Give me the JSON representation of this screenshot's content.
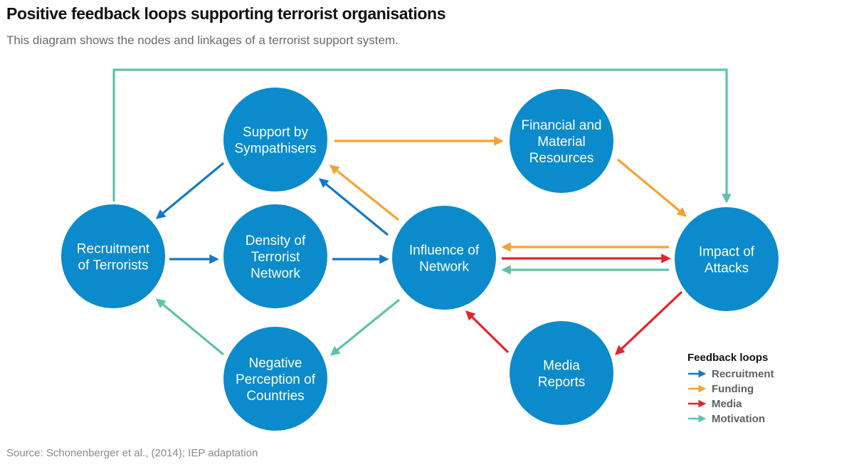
{
  "header": {
    "title": "Positive feedback loops supporting terrorist organisations",
    "subtitle": "This diagram shows the nodes and linkages of a terrorist support system."
  },
  "footer": {
    "source": "Source: Schonenberger et al., (2014); IEP adaptation"
  },
  "colors": {
    "node": "#0b8bcb",
    "recruitment": "#1479c4",
    "funding": "#f7a22e",
    "media": "#e52329",
    "motivation": "#5cc3a9"
  },
  "nodes": [
    {
      "id": "support",
      "lines": [
        "Support by",
        "Sympathisers"
      ]
    },
    {
      "id": "financial",
      "lines": [
        "Financial and",
        "Material",
        "Resources"
      ]
    },
    {
      "id": "recruitment",
      "lines": [
        "Recruitment",
        "of Terrorists"
      ]
    },
    {
      "id": "density",
      "lines": [
        "Density of",
        "Terrorist",
        "Network"
      ]
    },
    {
      "id": "influence",
      "lines": [
        "Influence of",
        "Network"
      ]
    },
    {
      "id": "impact",
      "lines": [
        "Impact of",
        "Attacks"
      ]
    },
    {
      "id": "negative",
      "lines": [
        "Negative",
        "Perception of",
        "Countries"
      ]
    },
    {
      "id": "media",
      "lines": [
        "Media",
        "Reports"
      ]
    }
  ],
  "edges": [
    {
      "from": "support",
      "to": "financial",
      "loop": "funding"
    },
    {
      "from": "financial",
      "to": "impact",
      "loop": "funding"
    },
    {
      "from": "impact",
      "to": "influence",
      "loop": "funding"
    },
    {
      "from": "influence",
      "to": "support",
      "loop": "funding"
    },
    {
      "from": "influence",
      "to": "impact",
      "loop": "media"
    },
    {
      "from": "impact",
      "to": "media",
      "loop": "media"
    },
    {
      "from": "media",
      "to": "influence",
      "loop": "media"
    },
    {
      "from": "support",
      "to": "recruitment",
      "loop": "recruitment"
    },
    {
      "from": "recruitment",
      "to": "density",
      "loop": "recruitment"
    },
    {
      "from": "density",
      "to": "influence",
      "loop": "recruitment"
    },
    {
      "from": "influence",
      "to": "support",
      "loop": "recruitment"
    },
    {
      "from": "recruitment",
      "to": "impact",
      "loop": "motivation"
    },
    {
      "from": "impact",
      "to": "influence",
      "loop": "motivation"
    },
    {
      "from": "influence",
      "to": "negative",
      "loop": "motivation"
    },
    {
      "from": "negative",
      "to": "recruitment",
      "loop": "motivation"
    }
  ],
  "legend": {
    "title": "Feedback loops",
    "items": [
      {
        "key": "recruitment",
        "label": "Recruitment"
      },
      {
        "key": "funding",
        "label": "Funding"
      },
      {
        "key": "media",
        "label": "Media"
      },
      {
        "key": "motivation",
        "label": "Motivation"
      }
    ]
  }
}
